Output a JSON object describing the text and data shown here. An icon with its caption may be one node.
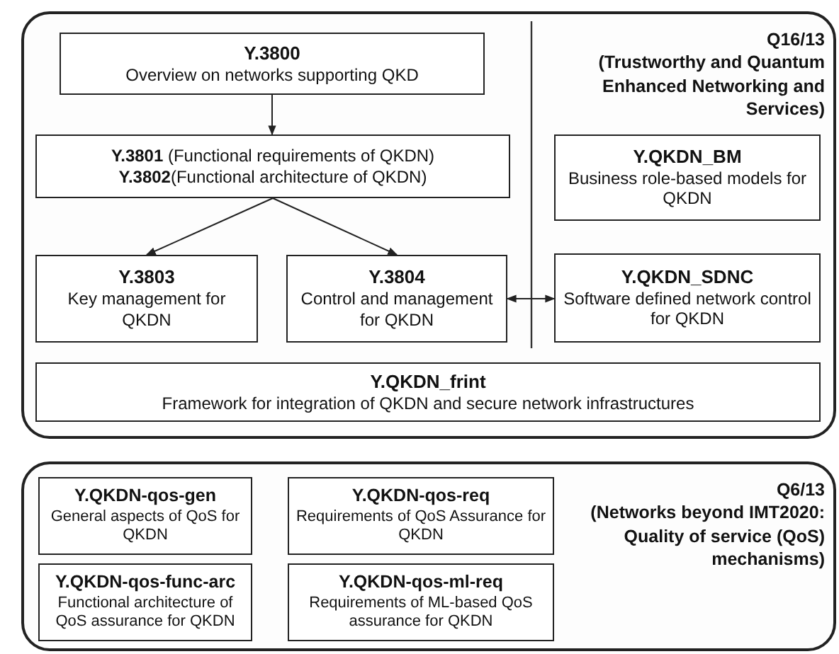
{
  "diagram": {
    "nodes": [
      {
        "text": [
          "Q16/13",
          "(Trustworthy and Quantum Enhanced Networking and Services)"
        ]
      },
      {
        "text": [
          "Y.3800",
          "Overview on networks supporting QKD"
        ],
        "in": 0
      },
      {
        "text": [
          "**Y.3801** (Functional requirements of QKDN)",
          "**Y.3802**(Functional architecture of QKDN)"
        ],
        "in": 0
      },
      {
        "text": [
          "Y.3803",
          "Key management for QKDN"
        ],
        "in": 0
      },
      {
        "text": [
          "Y.3804",
          "Control and management for QKDN"
        ],
        "in": 0
      },
      {
        "text": [
          "Y.QKDN_BM",
          "Business role-based models for QKDN"
        ],
        "in": 0
      },
      {
        "text": [
          "Y.QKDN_SDNC",
          "Software defined network control for QKDN"
        ],
        "in": 0
      },
      {
        "text": [
          "Y.QKDN_frint",
          "Framework for integration of QKDN and secure network infrastructures"
        ],
        "in": 0
      },
      {
        "text": [
          "Q6/13",
          "(Networks beyond IMT2020: Quality of service (QoS) mechanisms)"
        ]
      },
      {
        "text": [
          "Y.QKDN-qos-gen",
          "General aspects of QoS for QKDN"
        ],
        "in": 8
      },
      {
        "text": [
          "Y.QKDN-qos-req",
          "Requirements of QoS Assurance for QKDN"
        ],
        "in": 8
      },
      {
        "text": [
          "Y.QKDN-qos-func-arc",
          "Functional architecture of QoS assurance for QKDN"
        ],
        "in": 8
      },
      {
        "text": [
          "Y.QKDN-qos-ml-req",
          "Requirements of ML-based QoS assurance for QKDN"
        ],
        "in": 8
      }
    ],
    "edges": [
      {
        "from": 1,
        "to": 2,
        "arrow": "to"
      },
      {
        "from": 2,
        "to": 3,
        "arrow": "to"
      },
      {
        "from": 2,
        "to": 4,
        "arrow": "to"
      },
      {
        "from": 4,
        "to": 6,
        "arrow": "both"
      }
    ]
  }
}
